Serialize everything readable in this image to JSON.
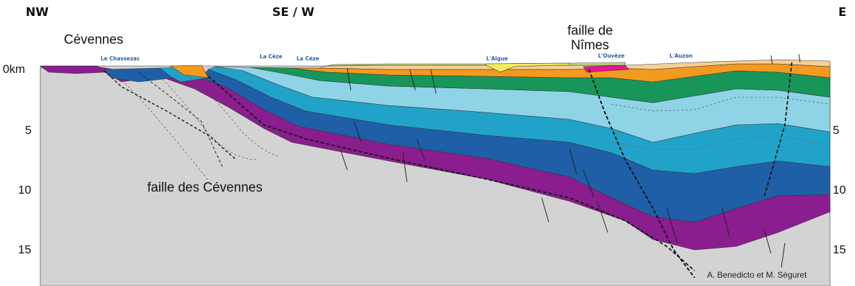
{
  "orientation": {
    "left": "NW",
    "middle": "SE / W",
    "right": "E"
  },
  "depth_axis": {
    "top_label": "0km",
    "ticks": [
      "5",
      "10",
      "15"
    ]
  },
  "labels": {
    "cevennes": "Cévennes",
    "faille_nimes_1": "faille de",
    "faille_nimes_2": "Nîmes",
    "faille_cevennes": "faille des Cévennes"
  },
  "rivers": [
    "Le Chassezac",
    "La Cèze",
    "La Cèze",
    "L'Aigue",
    "L'Ouvèze",
    "L'Auzon"
  ],
  "credit": "A. Benedicto et M. Séguret",
  "colors": {
    "basement": "#d3d3d3",
    "trias": "#8a1e8e",
    "lias": "#1f5fa8",
    "dogger": "#21a3c9",
    "malm": "#8fd3e6",
    "cretace_inf": "#18965a",
    "cretace_sup": "#f39a1f",
    "eocene": "#f8cf98",
    "oligocene": "#c5dd7e",
    "pliocene": "#f3ee5a",
    "accent_pink": "#e8168f"
  }
}
